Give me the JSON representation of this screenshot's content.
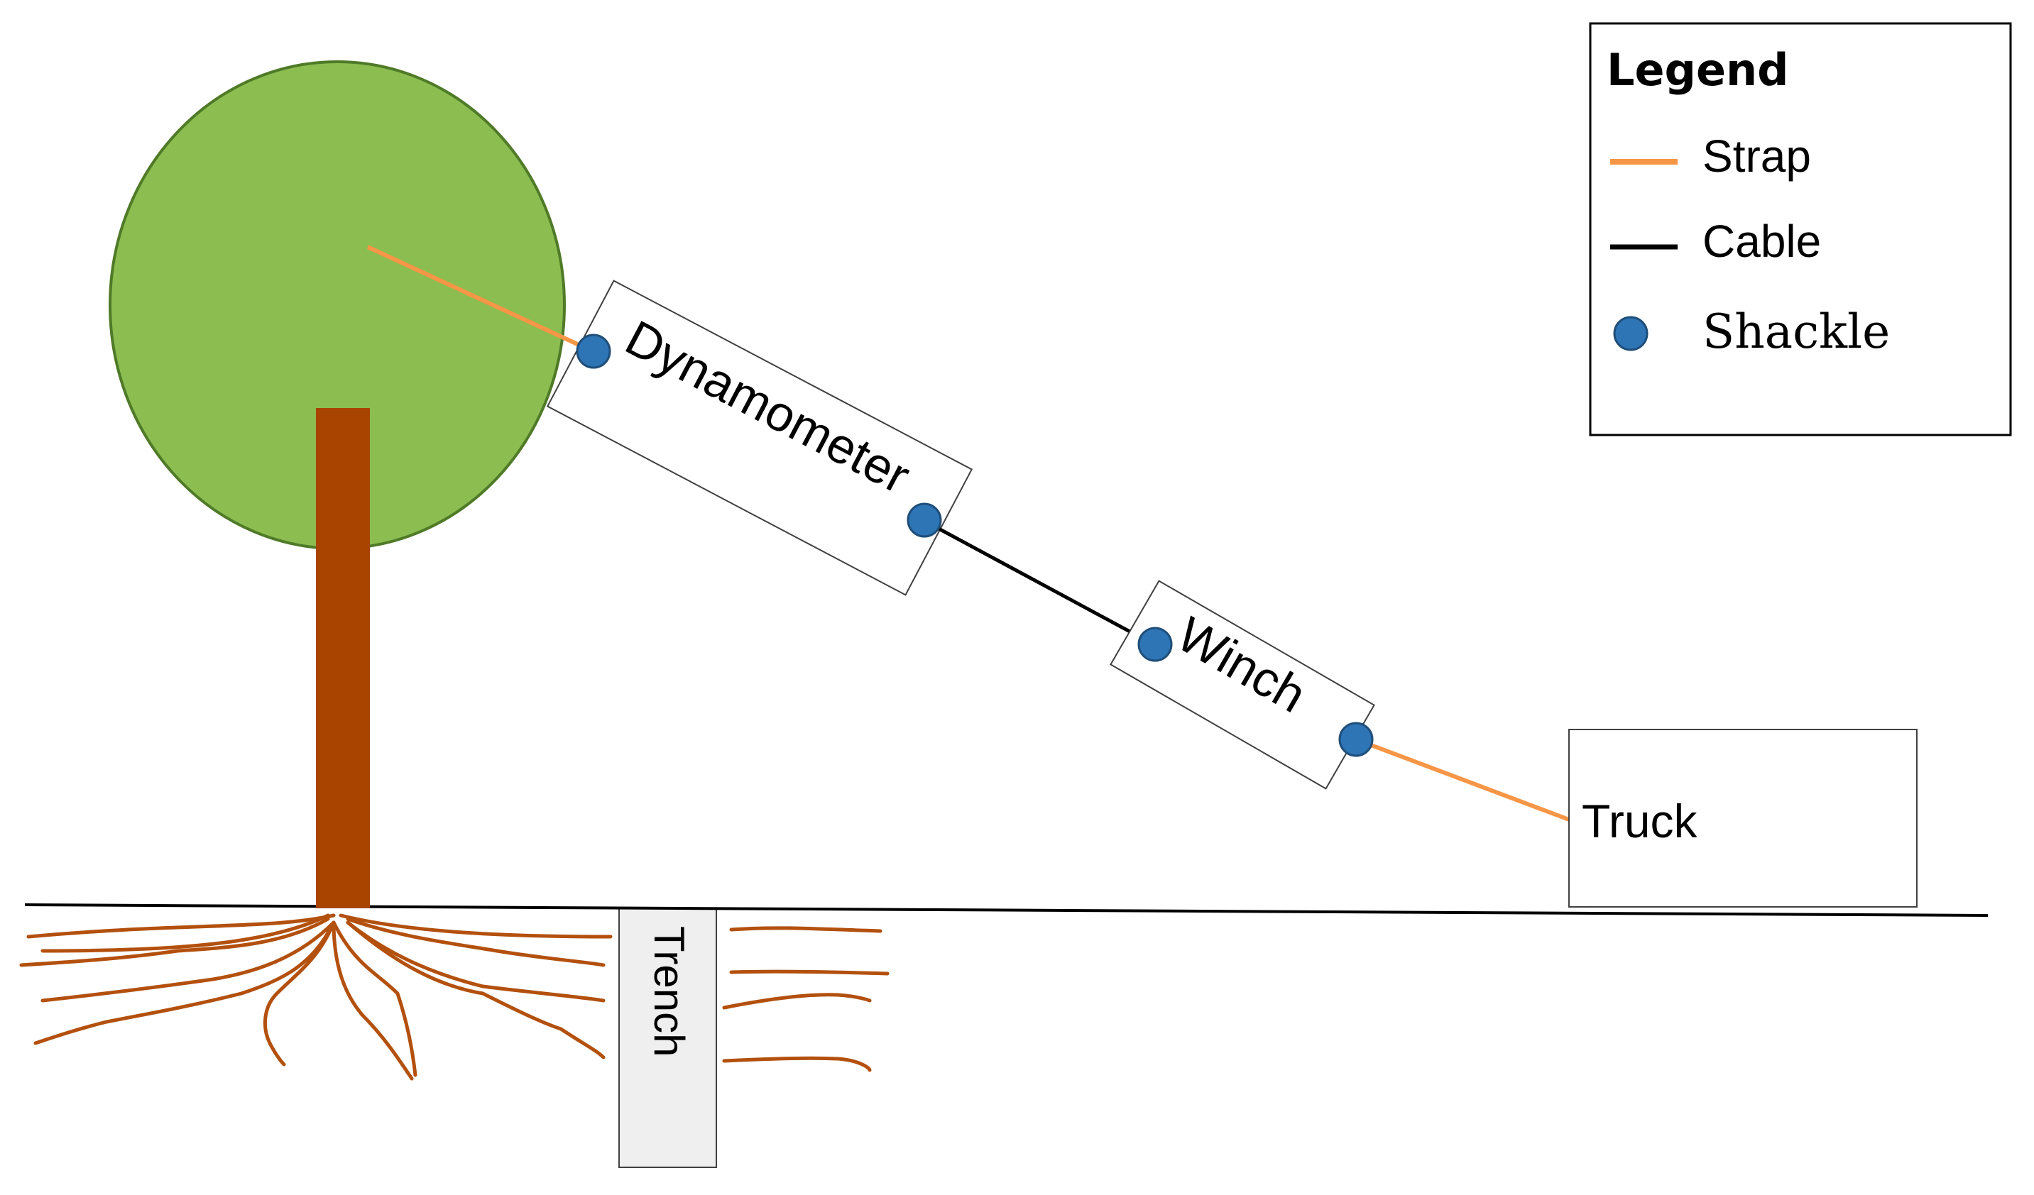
{
  "labels": {
    "dynamometer": "Dynamometer",
    "winch": "Winch",
    "truck": "Truck",
    "trench": "Trench"
  },
  "legend": {
    "title": "Legend",
    "items": [
      {
        "label": "Strap",
        "icon": "strap-line-icon",
        "color": "#f79646"
      },
      {
        "label": "Cable",
        "icon": "cable-line-icon",
        "color": "#000000"
      },
      {
        "label": "Shackle",
        "icon": "shackle-dot-icon",
        "color": "#2e75b6"
      }
    ]
  },
  "colors": {
    "canopy": "#8cbd50",
    "canopy_border": "#4f7a28",
    "trunk": "#a84300",
    "roots": "#b3500e",
    "strap": "#f79646",
    "cable": "#000000",
    "shackle": "#2e75b6",
    "trench_fill": "#efefef"
  }
}
